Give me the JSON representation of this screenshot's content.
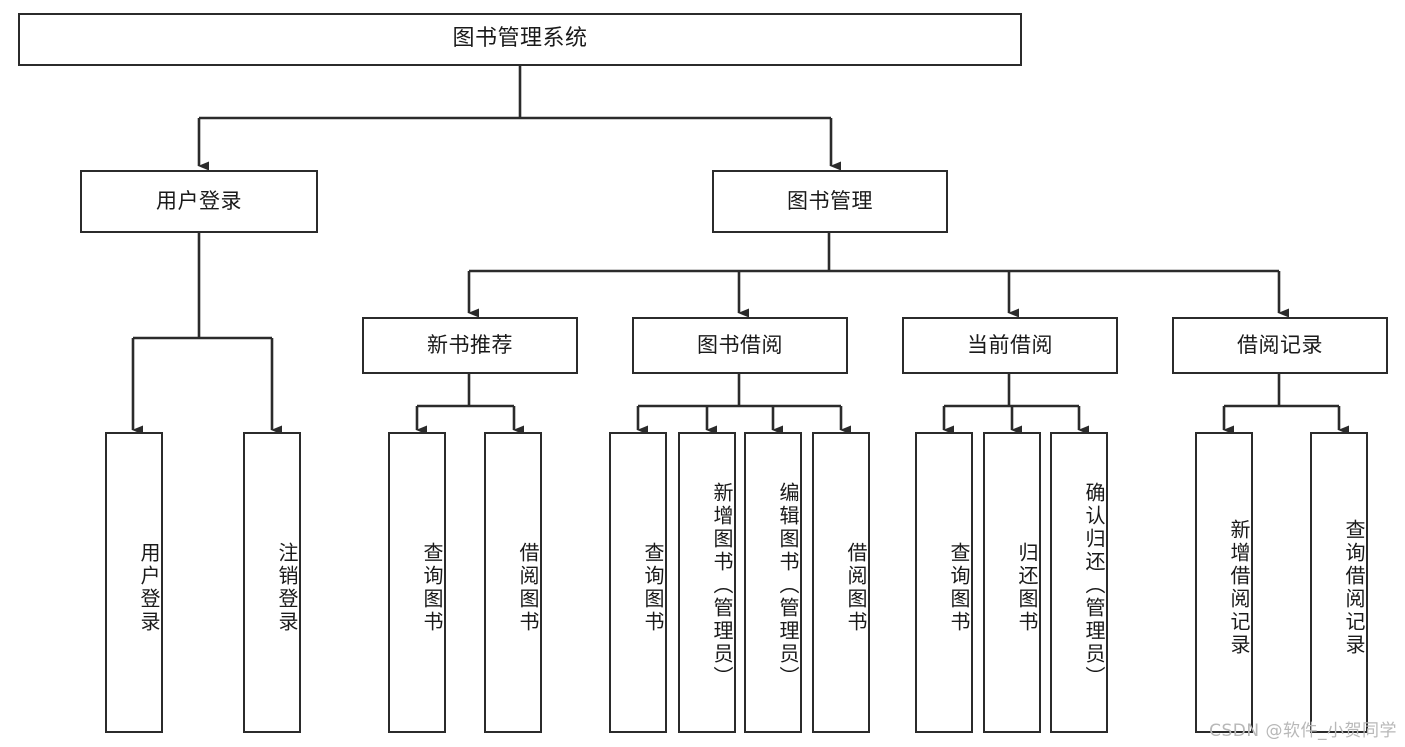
{
  "diagram": {
    "title": "图书管理系统",
    "watermark": "CSDN @软件_小贺同学",
    "colors": {
      "background": "#ffffff",
      "border": "#2b2b2b",
      "text": "#1a1a1a",
      "watermark": "#b8b8b8"
    },
    "root": {
      "label": "图书管理系统"
    },
    "level2": [
      {
        "label": "用户登录"
      },
      {
        "label": "图书管理"
      }
    ],
    "level3": [
      {
        "label": "新书推荐"
      },
      {
        "label": "图书借阅"
      },
      {
        "label": "当前借阅"
      },
      {
        "label": "借阅记录"
      }
    ],
    "leaves": {
      "user_login": [
        {
          "label": "用户登录"
        },
        {
          "label": "注销登录"
        }
      ],
      "new_book": [
        {
          "label": "查询图书"
        },
        {
          "label": "借阅图书"
        }
      ],
      "borrow": [
        {
          "label": "查询图书"
        },
        {
          "label": "新增图书（管理员）"
        },
        {
          "label": "编辑图书（管理员）"
        },
        {
          "label": "借阅图书"
        }
      ],
      "current": [
        {
          "label": "查询图书"
        },
        {
          "label": "归还图书"
        },
        {
          "label": "确认归还（管理员）"
        }
      ],
      "records": [
        {
          "label": "新增借阅记录"
        },
        {
          "label": "查询借阅记录"
        }
      ]
    }
  }
}
